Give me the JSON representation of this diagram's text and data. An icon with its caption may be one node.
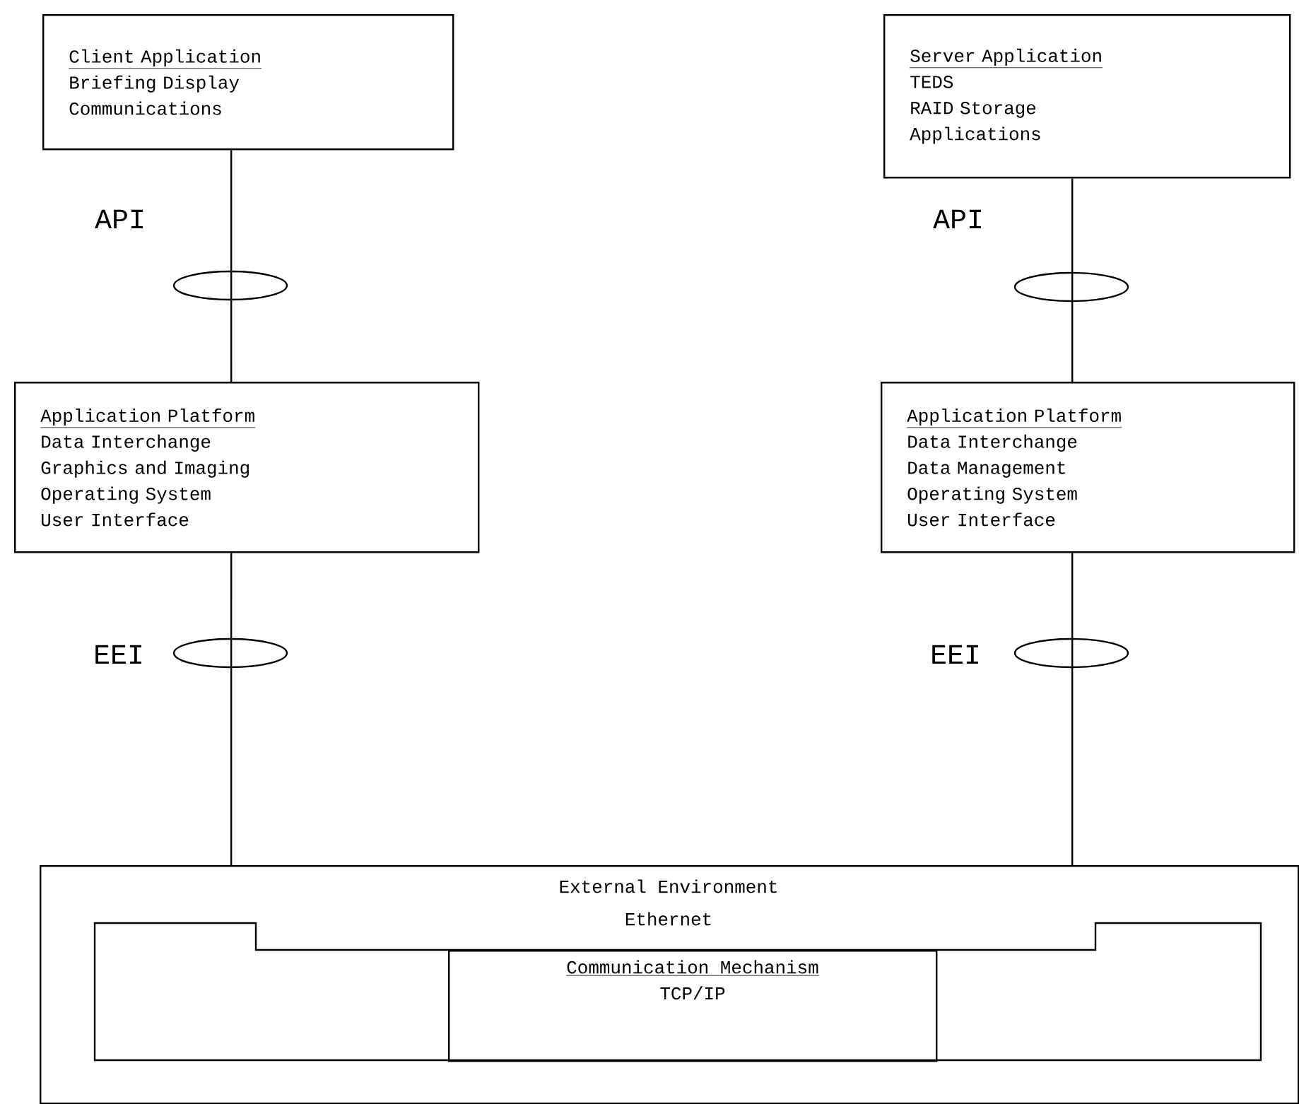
{
  "diagram": {
    "nodes": [
      {
        "text": [
          "Client Application",
          "Briefing Display",
          "Communications"
        ]
      },
      {
        "text": [
          "Server Application",
          "TEDS",
          "RAID Storage",
          "Applications"
        ]
      },
      {
        "text": [
          "Application Platform",
          "Data Interchange",
          "Graphics and Imaging",
          "Operating System",
          "User Interface"
        ]
      },
      {
        "text": [
          "Application Platform",
          "Data Interchange",
          "Data Management",
          "Operating System",
          "User Interface"
        ]
      },
      {
        "text": [
          "External Environment"
        ]
      },
      {
        "text": [
          "Ethernet"
        ],
        "in": 4
      },
      {
        "text": [
          "Communication Mechanism",
          "TCP/IP"
        ],
        "in": 5
      }
    ],
    "edges": [
      {
        "from": 0,
        "to": 2,
        "arrow": "none",
        "label": "API"
      },
      {
        "from": 1,
        "to": 3,
        "arrow": "none",
        "label": "API"
      },
      {
        "from": 2,
        "to": 4,
        "arrow": "none",
        "label": "EEI"
      },
      {
        "from": 3,
        "to": 4,
        "arrow": "none",
        "label": "EEI"
      }
    ]
  }
}
